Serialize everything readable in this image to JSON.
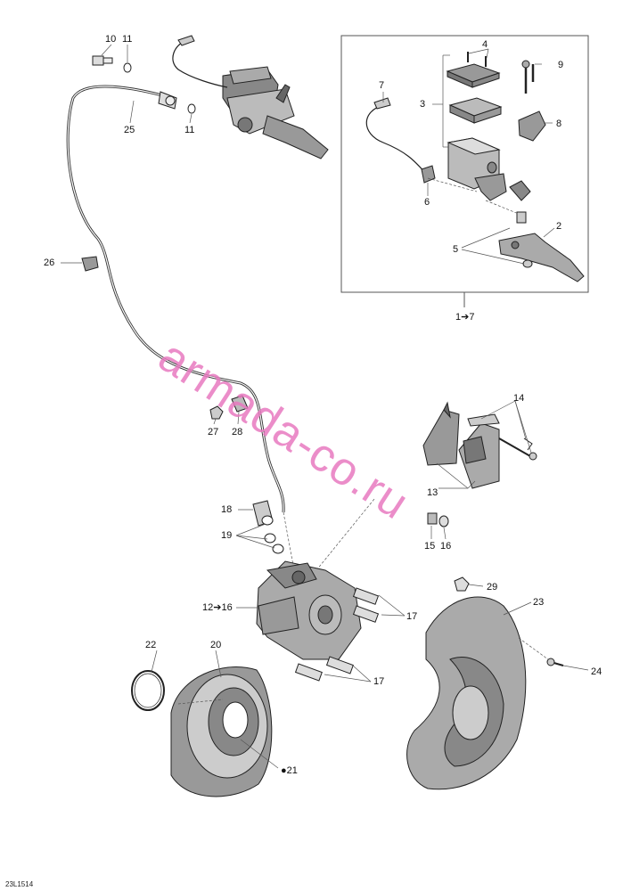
{
  "diagram": {
    "drawing_code": "23L1514",
    "watermark": "armada-co.ru",
    "callouts": [
      {
        "id": "c10",
        "text": "10"
      },
      {
        "id": "c11a",
        "text": "11"
      },
      {
        "id": "c11b",
        "text": "11"
      },
      {
        "id": "c25",
        "text": "25"
      },
      {
        "id": "c4",
        "text": "4"
      },
      {
        "id": "c9",
        "text": "9"
      },
      {
        "id": "c3",
        "text": "3"
      },
      {
        "id": "c7",
        "text": "7"
      },
      {
        "id": "c8",
        "text": "8"
      },
      {
        "id": "c6",
        "text": "6"
      },
      {
        "id": "c2",
        "text": "2"
      },
      {
        "id": "c5",
        "text": "5"
      },
      {
        "id": "c1to7",
        "text": "1➔7"
      },
      {
        "id": "c26",
        "text": "26"
      },
      {
        "id": "c27",
        "text": "27"
      },
      {
        "id": "c28",
        "text": "28"
      },
      {
        "id": "c14",
        "text": "14"
      },
      {
        "id": "c13",
        "text": "13"
      },
      {
        "id": "c18",
        "text": "18"
      },
      {
        "id": "c19",
        "text": "19"
      },
      {
        "id": "c15",
        "text": "15"
      },
      {
        "id": "c16",
        "text": "16"
      },
      {
        "id": "c29",
        "text": "29"
      },
      {
        "id": "c12to16",
        "text": "12➔16"
      },
      {
        "id": "c17a",
        "text": "17"
      },
      {
        "id": "c23",
        "text": "23"
      },
      {
        "id": "c22",
        "text": "22"
      },
      {
        "id": "c20",
        "text": "20"
      },
      {
        "id": "c24",
        "text": "24"
      },
      {
        "id": "c17b",
        "text": "17"
      },
      {
        "id": "c21",
        "text": "21"
      }
    ]
  }
}
